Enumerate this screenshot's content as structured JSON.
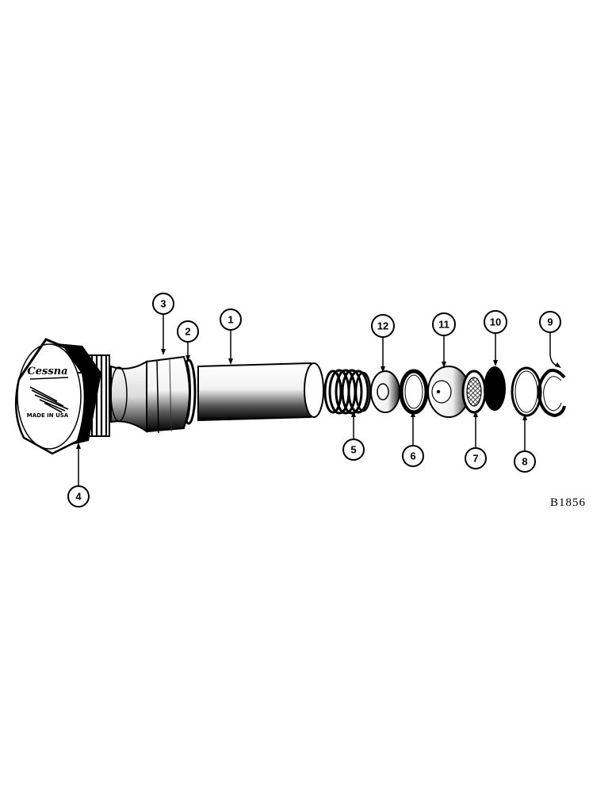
{
  "figure_code": "B1856",
  "logo": {
    "brand": "Cessna",
    "tagline": "MADE IN USA"
  },
  "callouts": [
    {
      "id": "callout-1",
      "label": "1"
    },
    {
      "id": "callout-2",
      "label": "2"
    },
    {
      "id": "callout-3",
      "label": "3"
    },
    {
      "id": "callout-4",
      "label": "4"
    },
    {
      "id": "callout-5",
      "label": "5"
    },
    {
      "id": "callout-6",
      "label": "6"
    },
    {
      "id": "callout-7",
      "label": "7"
    },
    {
      "id": "callout-8",
      "label": "8"
    },
    {
      "id": "callout-9",
      "label": "9"
    },
    {
      "id": "callout-10",
      "label": "10"
    },
    {
      "id": "callout-11",
      "label": "11"
    },
    {
      "id": "callout-12",
      "label": "12"
    }
  ]
}
